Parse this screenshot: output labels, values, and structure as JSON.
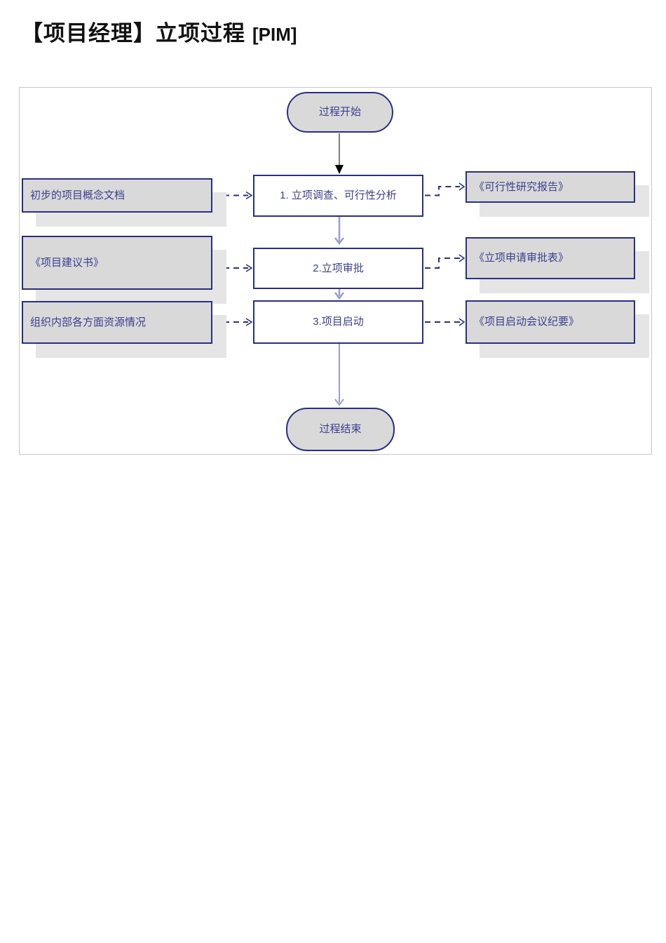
{
  "page": {
    "title_cn": "【项目经理】立项过程",
    "title_tag": "[PIM]"
  },
  "colors": {
    "navy": "#2a2f80",
    "text": "#3c3f8f",
    "fill": "#d9d9d9",
    "shadow": "#e5e5e5",
    "frame": "#c7c7c7",
    "arrow-gray": "#7f7f7f",
    "arrow-light": "#9a9ecd",
    "title": "#111111"
  },
  "flowchart": {
    "start": {
      "label": "过程开始"
    },
    "end": {
      "label": "过程结束"
    },
    "steps": [
      {
        "label": "1. 立项调查、可行性分析"
      },
      {
        "label": "2.立项审批"
      },
      {
        "label": "3.项目启动"
      }
    ],
    "inputs": [
      {
        "label": "初步的项目概念文档"
      },
      {
        "label": "《项目建议书》"
      },
      {
        "label": "组织内部各方面资源情况"
      }
    ],
    "outputs": [
      {
        "label": "《可行性研究报告》"
      },
      {
        "label": "《立项申请审批表》"
      },
      {
        "label": "《项目启动会议纪要》"
      }
    ]
  }
}
